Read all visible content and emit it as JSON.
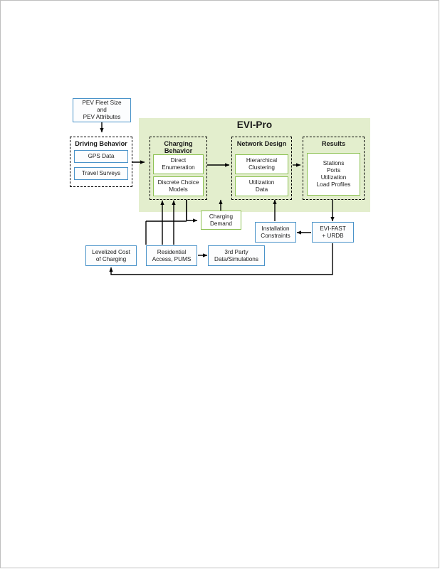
{
  "diagram": {
    "title": "EVI-Pro",
    "panel_color": "#e3eecd",
    "blue_border": "#4a93c9",
    "green_border": "#8cc152",
    "groups": [
      {
        "id": "driving-behavior",
        "label": "Driving Behavior"
      },
      {
        "id": "charging-behavior",
        "label": "Charging Behavior"
      },
      {
        "id": "network-design",
        "label": "Network Design"
      },
      {
        "id": "results",
        "label": "Results"
      }
    ],
    "nodes": {
      "pev_fleet": {
        "line1": "PEV Fleet Size",
        "line2": "and",
        "line3": "PEV Attributes"
      },
      "gps_data": {
        "line1": "GPS Data"
      },
      "travel_surveys": {
        "line1": "Travel Surveys"
      },
      "direct_enumeration": {
        "line1": "Direct",
        "line2": "Enumeration"
      },
      "discrete_choice": {
        "line1": "Discrete Choice",
        "line2": "Models"
      },
      "hierarchical_clustering": {
        "line1": "Hierarchical",
        "line2": "Clustering"
      },
      "utilization_data": {
        "line1": "Utilization",
        "line2": "Data"
      },
      "results_list": {
        "line1": "Stations",
        "line2": "Ports",
        "line3": "Utilization",
        "line4": "Load Profiles"
      },
      "charging_demand": {
        "line1": "Charging",
        "line2": "Demand"
      },
      "installation_constraints": {
        "line1": "Installation",
        "line2": "Constraints"
      },
      "evi_fast": {
        "line1": "EVI-FAST",
        "line2": "+ URDB"
      },
      "levelized_cost": {
        "line1": "Levelized Cost",
        "line2": "of Charging"
      },
      "residential_access": {
        "line1": "Residential",
        "line2": "Access, PUMS"
      },
      "third_party": {
        "line1": "3rd Party",
        "line2": "Data/Simulations"
      }
    }
  }
}
